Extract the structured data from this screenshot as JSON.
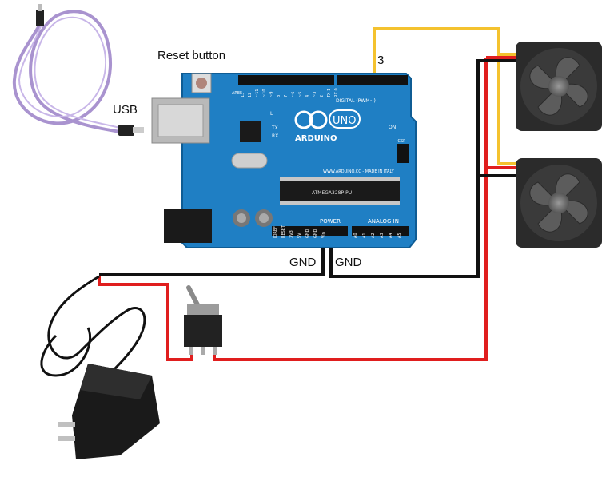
{
  "labels": {
    "reset": "Reset button",
    "usb": "USB",
    "pin": "3",
    "gnd_left": "GND",
    "gnd_right": "GND"
  },
  "board": {
    "brand": "ARDUINO",
    "model": "UNO",
    "digital": "DIGITAL (PWM~)",
    "analog": "ANALOG IN",
    "power": "POWER",
    "website": "WWW.ARDUINO.CC - MADE IN ITALY",
    "on": "ON",
    "chip": "ATMEGA328P-PU",
    "tx": "TX",
    "rx": "RX",
    "l": "L",
    "icsp": "ICSP",
    "aref": "AREF",
    "top_pins": [
      "13",
      "12",
      "~11",
      "~10",
      "~9",
      "8",
      "7",
      "~6",
      "~5",
      "4",
      "~3",
      "2",
      "TX 1",
      "RX 0"
    ],
    "power_pins": [
      "IOREF",
      "RESET",
      "3V3",
      "5V",
      "GND",
      "GND",
      "Vin"
    ],
    "analog_pins": [
      "A0",
      "A1",
      "A2",
      "A3",
      "A4",
      "A5"
    ]
  },
  "colors": {
    "board": "#1f7fc4",
    "wire_signal": "#f4c22f",
    "wire_power": "#e01e1e",
    "wire_ground": "#111111",
    "usb_cable": "#a993cf"
  },
  "icons": [
    "usb-cable-icon",
    "arduino-board-icon",
    "fan-icon",
    "toggle-switch-icon",
    "power-adapter-icon"
  ]
}
